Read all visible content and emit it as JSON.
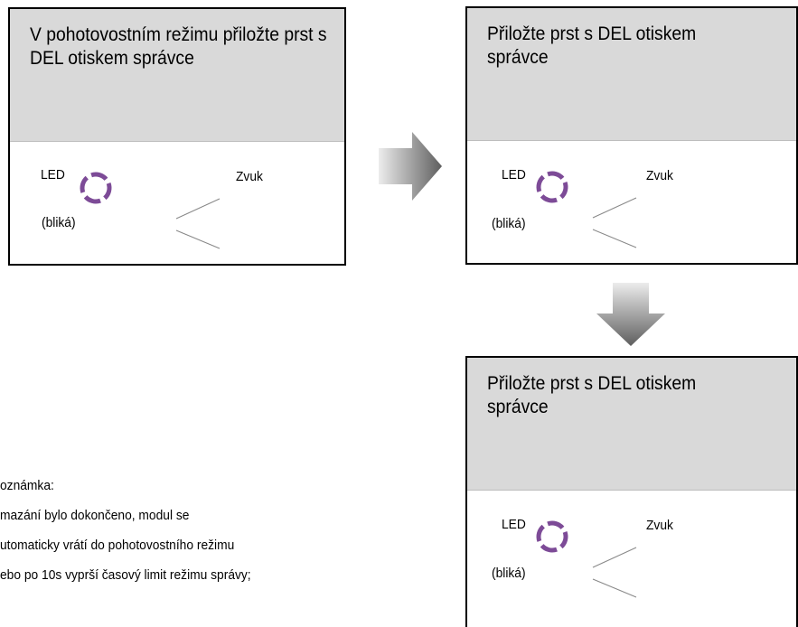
{
  "panels": [
    {
      "title": "V pohotovostním režimu přiložte prst s DEL otiskem správce",
      "led_label": "LED",
      "sound_label": "Zvuk",
      "blink_label": "(bliká)"
    },
    {
      "title": "Přiložte prst s DEL otiskem správce",
      "led_label": "LED",
      "sound_label": "Zvuk",
      "blink_label": "(bliká)"
    },
    {
      "title": "Přiložte prst s DEL otiskem správce",
      "led_label": "LED",
      "sound_label": "Zvuk",
      "blink_label": "(bliká)"
    }
  ],
  "note": {
    "lines": [
      "oznámka:",
      "mazání bylo dokončeno, modul se",
      "utomaticky vrátí do pohotovostního režimu",
      "ebo po 10s vyprší časový limit režimu správy;"
    ]
  },
  "colors": {
    "led_ring": "#7d4b97",
    "screen_bg": "#d9d9d9",
    "arrow_light": "#e6e6e6",
    "arrow_dark": "#666666"
  },
  "icons": [
    "led-ring-icon",
    "sound-lines-icon",
    "right-arrow-icon",
    "down-arrow-icon"
  ]
}
